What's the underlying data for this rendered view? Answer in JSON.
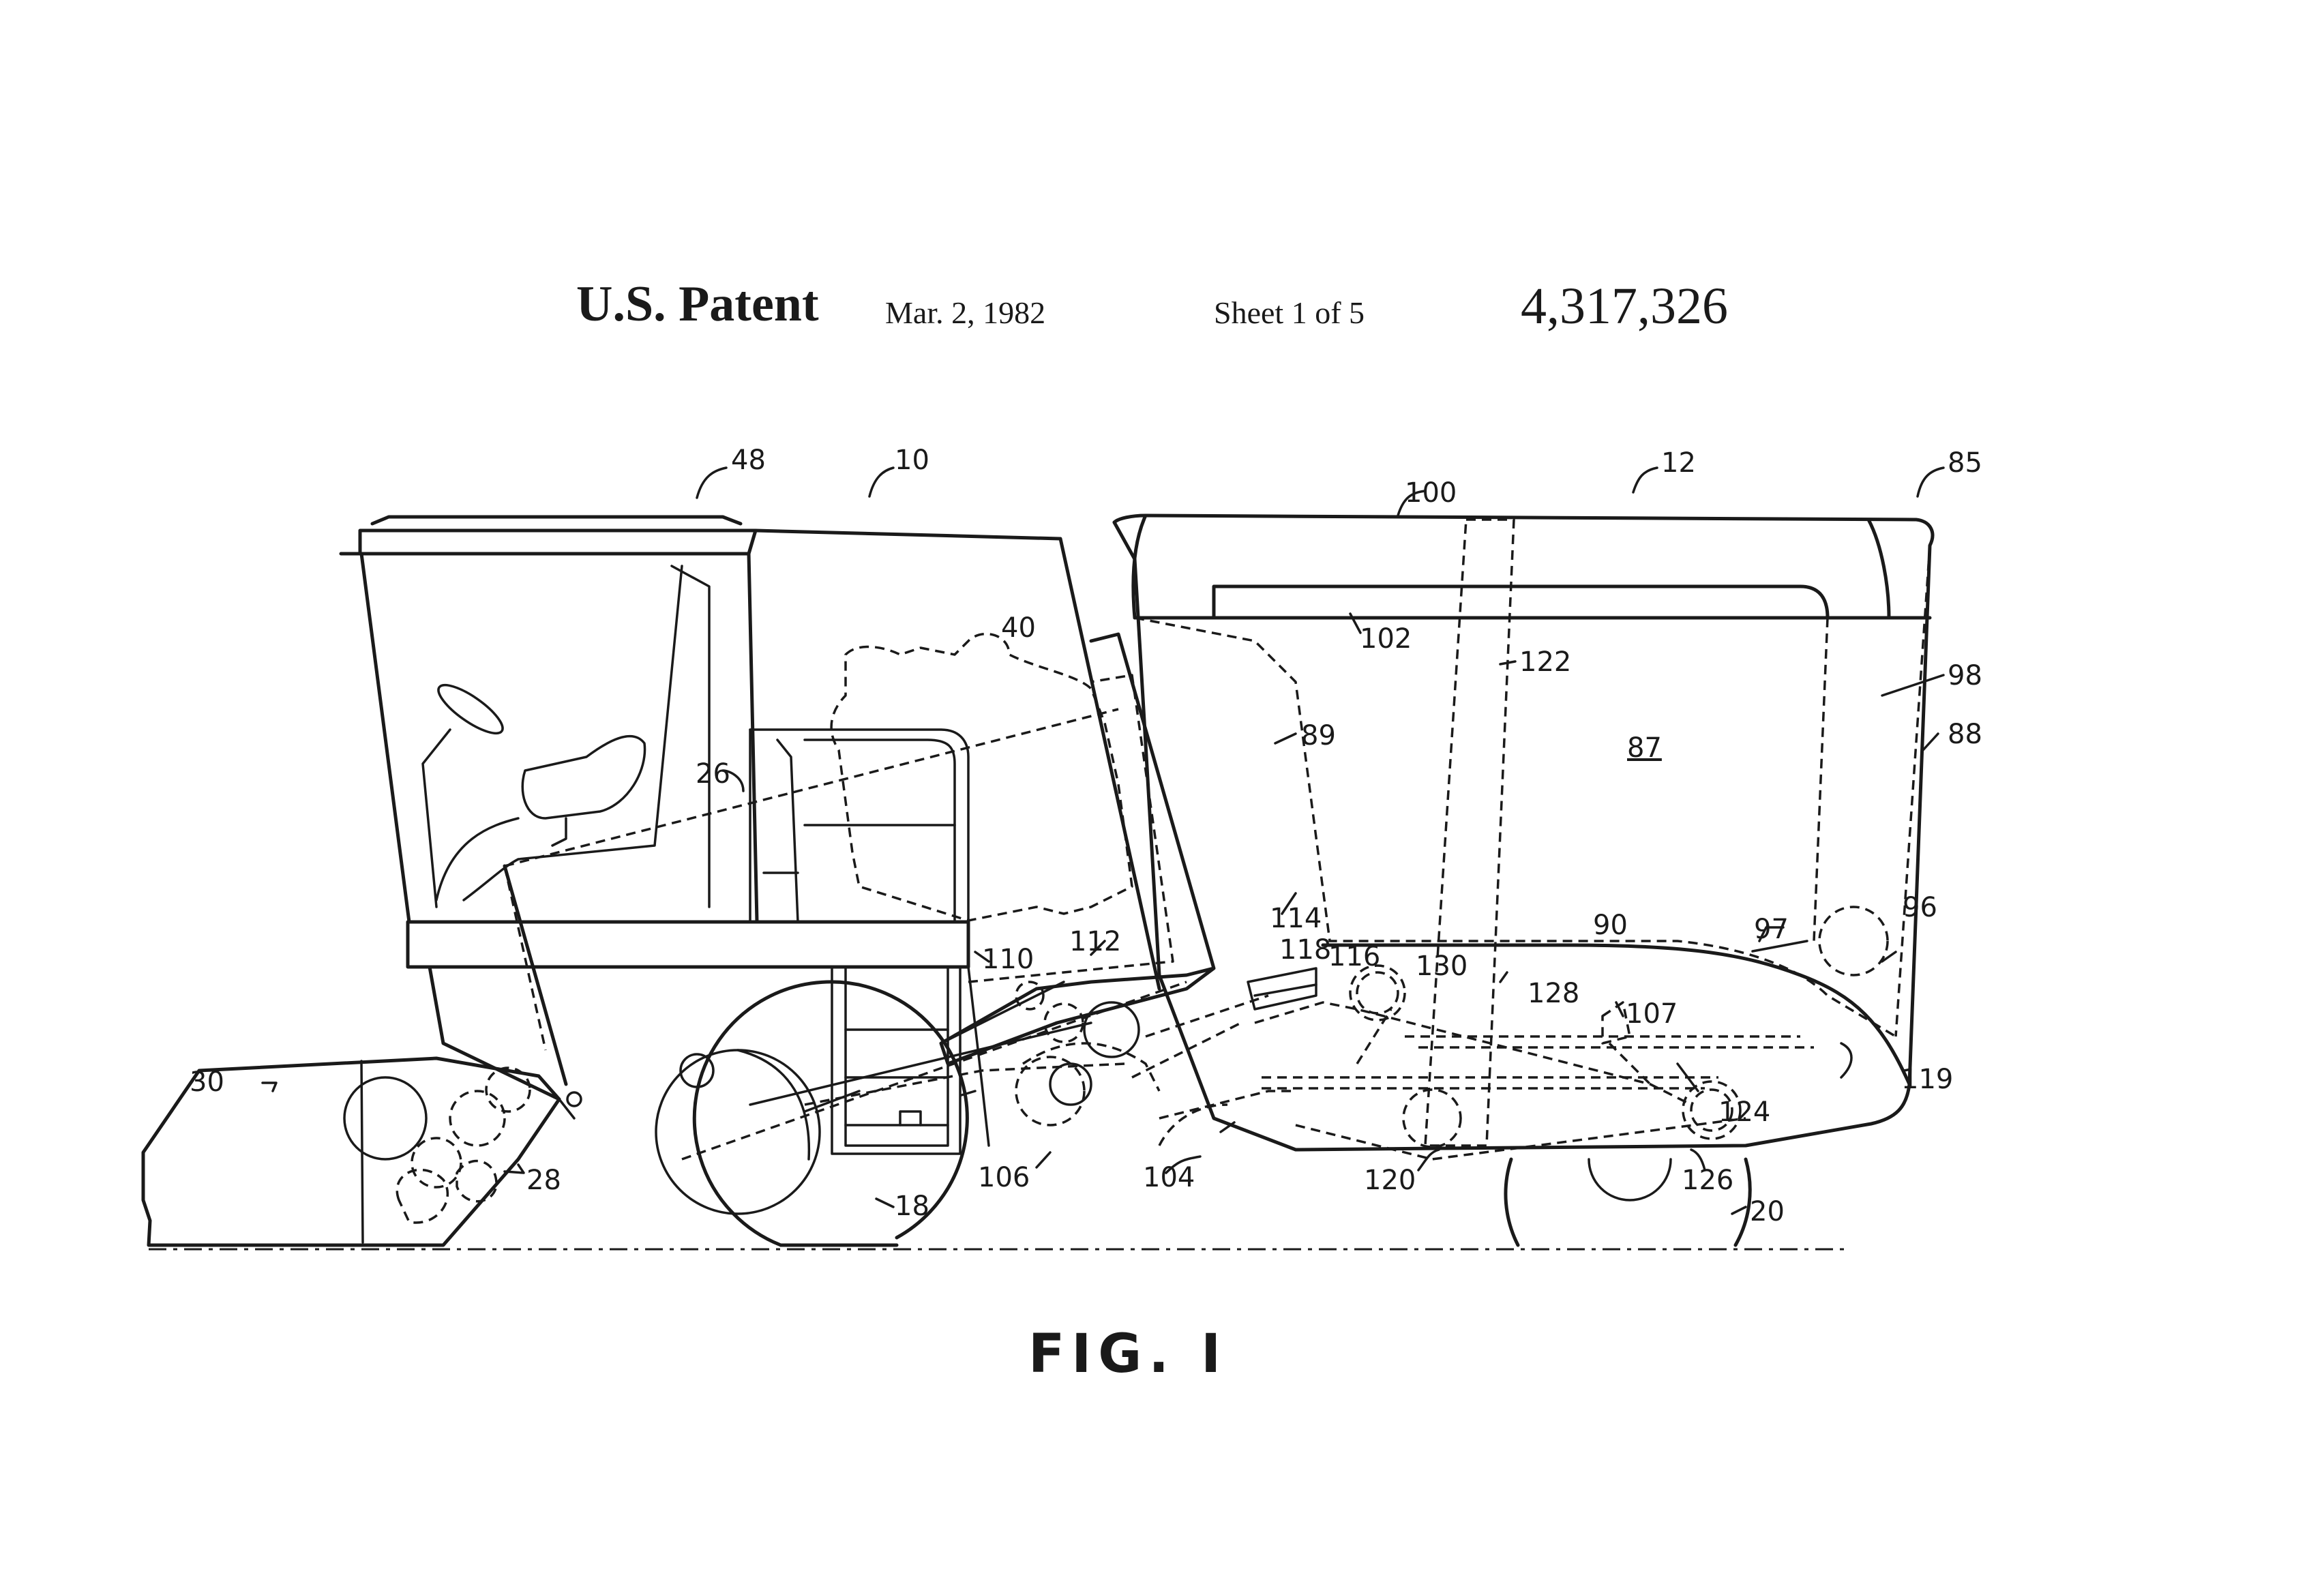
{
  "header": {
    "title": "U.S. Patent",
    "date": "Mar. 2, 1982",
    "sheet": "Sheet 1 of 5",
    "patent_number": "4,317,326"
  },
  "figure": {
    "caption": "FIG. I",
    "reference_numerals": {
      "r48": "48",
      "r10": "10",
      "r100": "100",
      "r12": "12",
      "r85": "85",
      "r40": "40",
      "r102": "102",
      "r122": "122",
      "r98": "98",
      "r88": "88",
      "r89": "89",
      "r87": "87",
      "r26": "26",
      "r90": "90",
      "r97": "97",
      "r96": "96",
      "r114": "114",
      "r118": "118",
      "r116": "116",
      "r130": "130",
      "r110": "110",
      "r112": "112",
      "r128": "128",
      "r107": "107",
      "r119": "119",
      "r30": "30",
      "r124": "124",
      "r28": "28",
      "r106": "106",
      "r104": "104",
      "r120": "120",
      "r126": "126",
      "r18": "18",
      "r20": "20"
    }
  }
}
